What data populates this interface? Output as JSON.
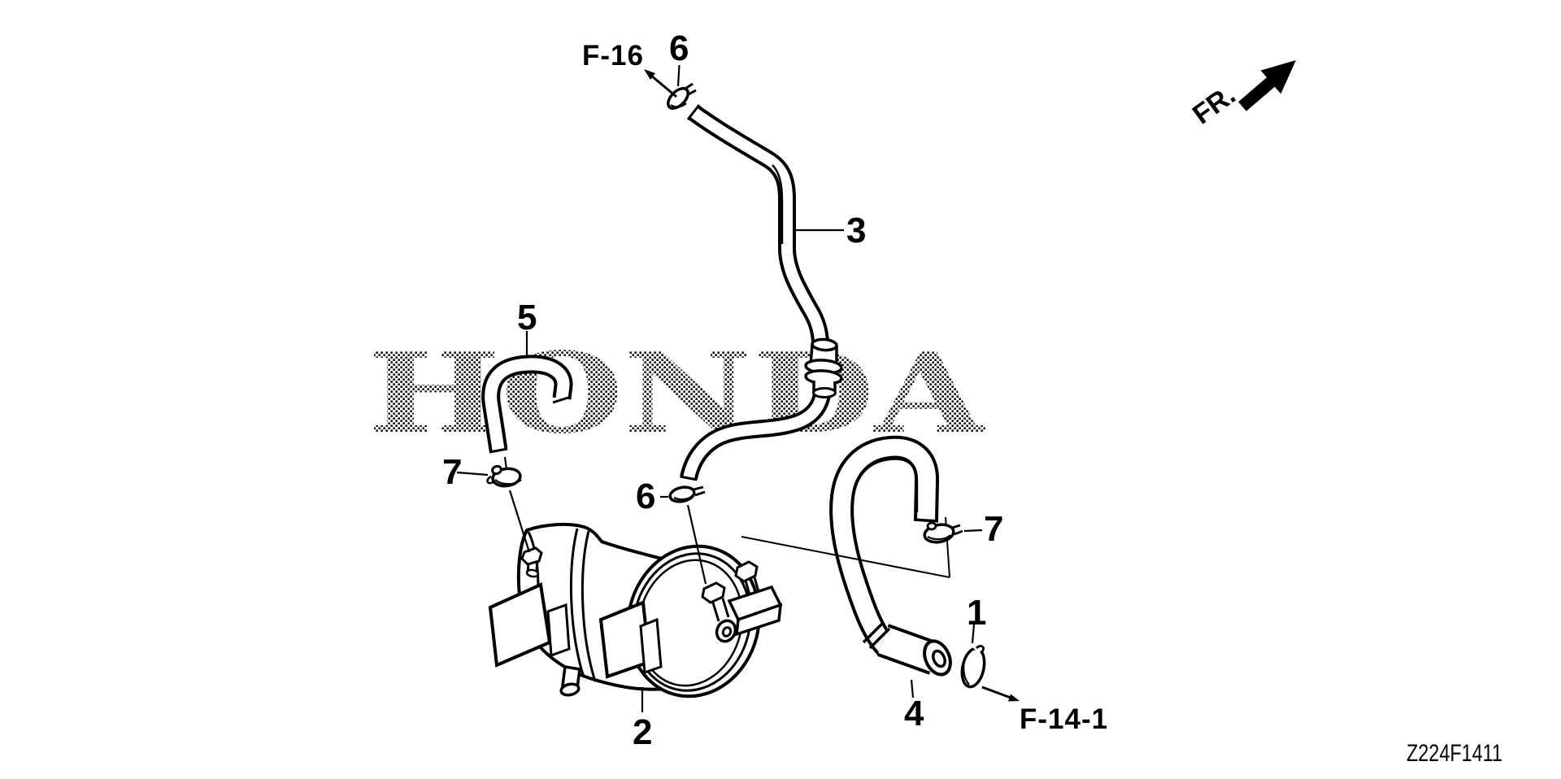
{
  "diagram": {
    "watermark": "HONDA",
    "code": "Z224F1411",
    "fr_label": "FR.",
    "ref_f16": "F-16",
    "ref_f141": "F-14-1",
    "part_1": "1",
    "part_2": "2",
    "part_3": "3",
    "part_4": "4",
    "part_5": "5",
    "part_6": "6",
    "part_7": "7"
  }
}
